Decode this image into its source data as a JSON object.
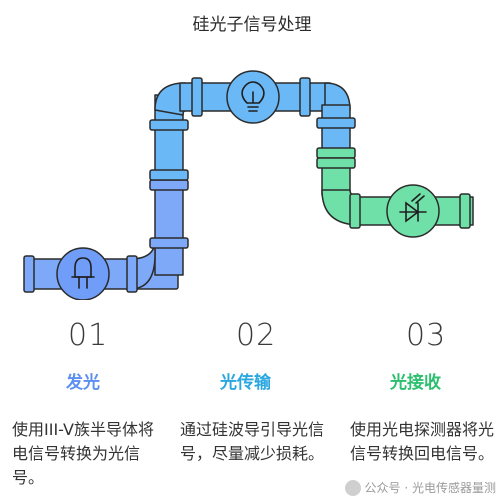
{
  "title": "硅光子信号处理",
  "steps": [
    {
      "number": "01",
      "label": "发光",
      "color": "#5b8ff0",
      "description": "使用III-V族半导体将电信号转换为光信号。",
      "icon": "light-bulb-icon"
    },
    {
      "number": "02",
      "label": "光传输",
      "color": "#2aa7e0",
      "description": "通过硅波导引导光信号，尽量减少损耗。",
      "icon": "lightbulb-outline-icon"
    },
    {
      "number": "03",
      "label": "光接收",
      "color": "#2bbf6e",
      "description": "使用光电探测器将光信号转换回电信号。",
      "icon": "photodiode-icon"
    }
  ],
  "watermark": "公众号 · 光电传感器量测",
  "colors": {
    "pipe_blue": "#6f9df7",
    "pipe_cyan": "#5fb8f7",
    "pipe_green": "#6fe0a8",
    "outline": "#2b2b2b"
  }
}
